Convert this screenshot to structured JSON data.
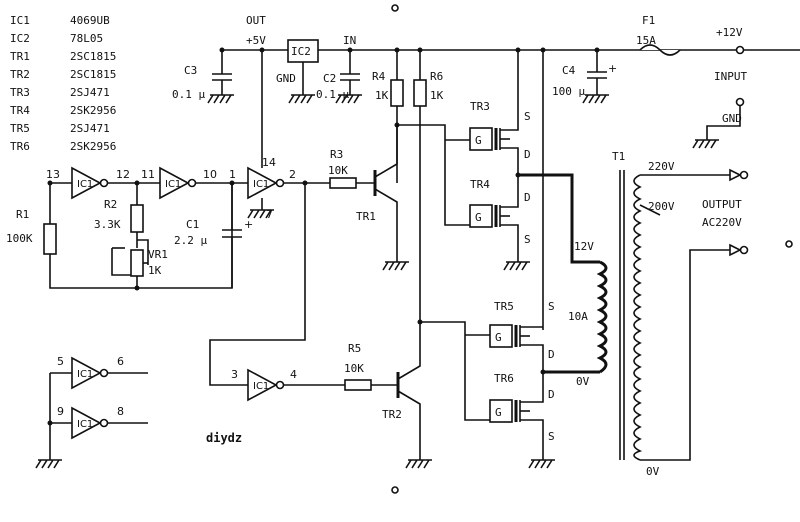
{
  "parts_list": [
    {
      "ref": "IC1",
      "part": "4069UB"
    },
    {
      "ref": "IC2",
      "part": "78L05"
    },
    {
      "ref": "TR1",
      "part": "2SC1815"
    },
    {
      "ref": "TR2",
      "part": "2SC1815"
    },
    {
      "ref": "TR3",
      "part": "2SJ471"
    },
    {
      "ref": "TR4",
      "part": "2SK2956"
    },
    {
      "ref": "TR5",
      "part": "2SJ471"
    },
    {
      "ref": "TR6",
      "part": "2SK2956"
    }
  ],
  "labels": {
    "out": "OUT",
    "plus5v": "+5V",
    "ic2": "IC2",
    "in": "IN",
    "gnd_ic2": "GND",
    "f1": "F1",
    "f1_val": "15A",
    "plus12v": "+12V",
    "input": "INPUT",
    "gnd": "GND",
    "c3": "C3",
    "c3_val": "0.1 μ",
    "c2": "C2",
    "c2_val": "0.1 μ",
    "r4": "R4",
    "r4_val": "1K",
    "r6": "R6",
    "r6_val": "1K",
    "c4": "C4",
    "c4_val": "100 μ",
    "c4_pol": "+",
    "tr3": "TR3",
    "tr4": "TR4",
    "tr5": "TR5",
    "tr6": "TR6",
    "tr1": "TR1",
    "tr2": "TR2",
    "g": "G",
    "s": "S",
    "d": "D",
    "t1": "T1",
    "v220": "220V",
    "v200": "200V",
    "v12": "12V",
    "a10": "10A",
    "v0": "0V",
    "v0b": "0V",
    "output": "OUTPUT",
    "ac220": "AC220V",
    "r1": "R1",
    "r1_val": "100K",
    "r2": "R2",
    "r2_val": "3.3K",
    "vr1": "VR1",
    "vr1_val": "1K",
    "c1": "C1",
    "c1_val": "2.2 μ",
    "c1_pol": "+",
    "r3": "R3",
    "r3_val": "10K",
    "r5": "R5",
    "r5_val": "10K",
    "ic1": "IC1",
    "pin13": "13",
    "pin12": "12",
    "pin11": "11",
    "pin10": "10",
    "pin1": "1",
    "pin2": "2",
    "pin14": "14",
    "pin7": "7",
    "pin3": "3",
    "pin4": "4",
    "pin5": "5",
    "pin6": "6",
    "pin9": "9",
    "pin8": "8",
    "credit": "diydz"
  }
}
